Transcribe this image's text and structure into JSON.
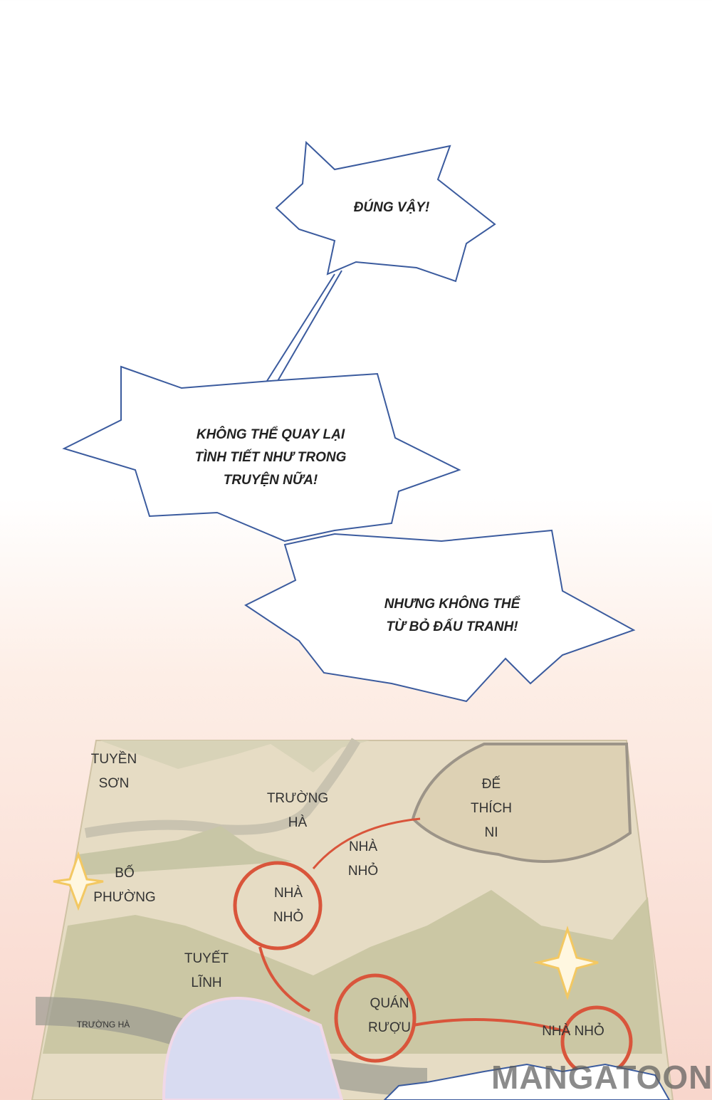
{
  "bubbles": [
    {
      "text": "ĐÚNG VẬY!"
    },
    {
      "lines": [
        "KHÔNG THỂ QUAY LẠI",
        "TÌNH TIẾT NHƯ TRONG",
        "TRUYỆN NỮA!"
      ]
    },
    {
      "lines": [
        "NHƯNG KHÔNG THỂ",
        "TỪ BỎ ĐẤU TRANH!"
      ]
    }
  ],
  "map": {
    "labels": {
      "tuyen_son": [
        "TUYỀN",
        "SƠN"
      ],
      "truong_ha": [
        "TRƯỜNG",
        "HÀ"
      ],
      "de_thich_ni": [
        "ĐẾ",
        "THÍCH",
        "NI"
      ],
      "nha_nho_1": [
        "NHÀ",
        "NHỎ"
      ],
      "nha_nho_2": [
        "NHÀ",
        "NHỎ"
      ],
      "bo_phuong": [
        "BỐ",
        "PHƯỜNG"
      ],
      "tuyet_linh": [
        "TUYẾT",
        "LĨNH"
      ],
      "quan_ruou": [
        "QUÁN",
        "RƯỢU"
      ],
      "truong_ha_small": "TRƯỜNG HÀ",
      "nha_nho_3": "NHÀ NHỎ"
    },
    "colors": {
      "paper": "#e6dcc4",
      "mountain": "#b9b99a",
      "route": "#d9553b",
      "sparkle": "#f3c862"
    }
  },
  "watermark": "MANGATOON",
  "colors": {
    "bubble_stroke": "#3b5b9e"
  }
}
